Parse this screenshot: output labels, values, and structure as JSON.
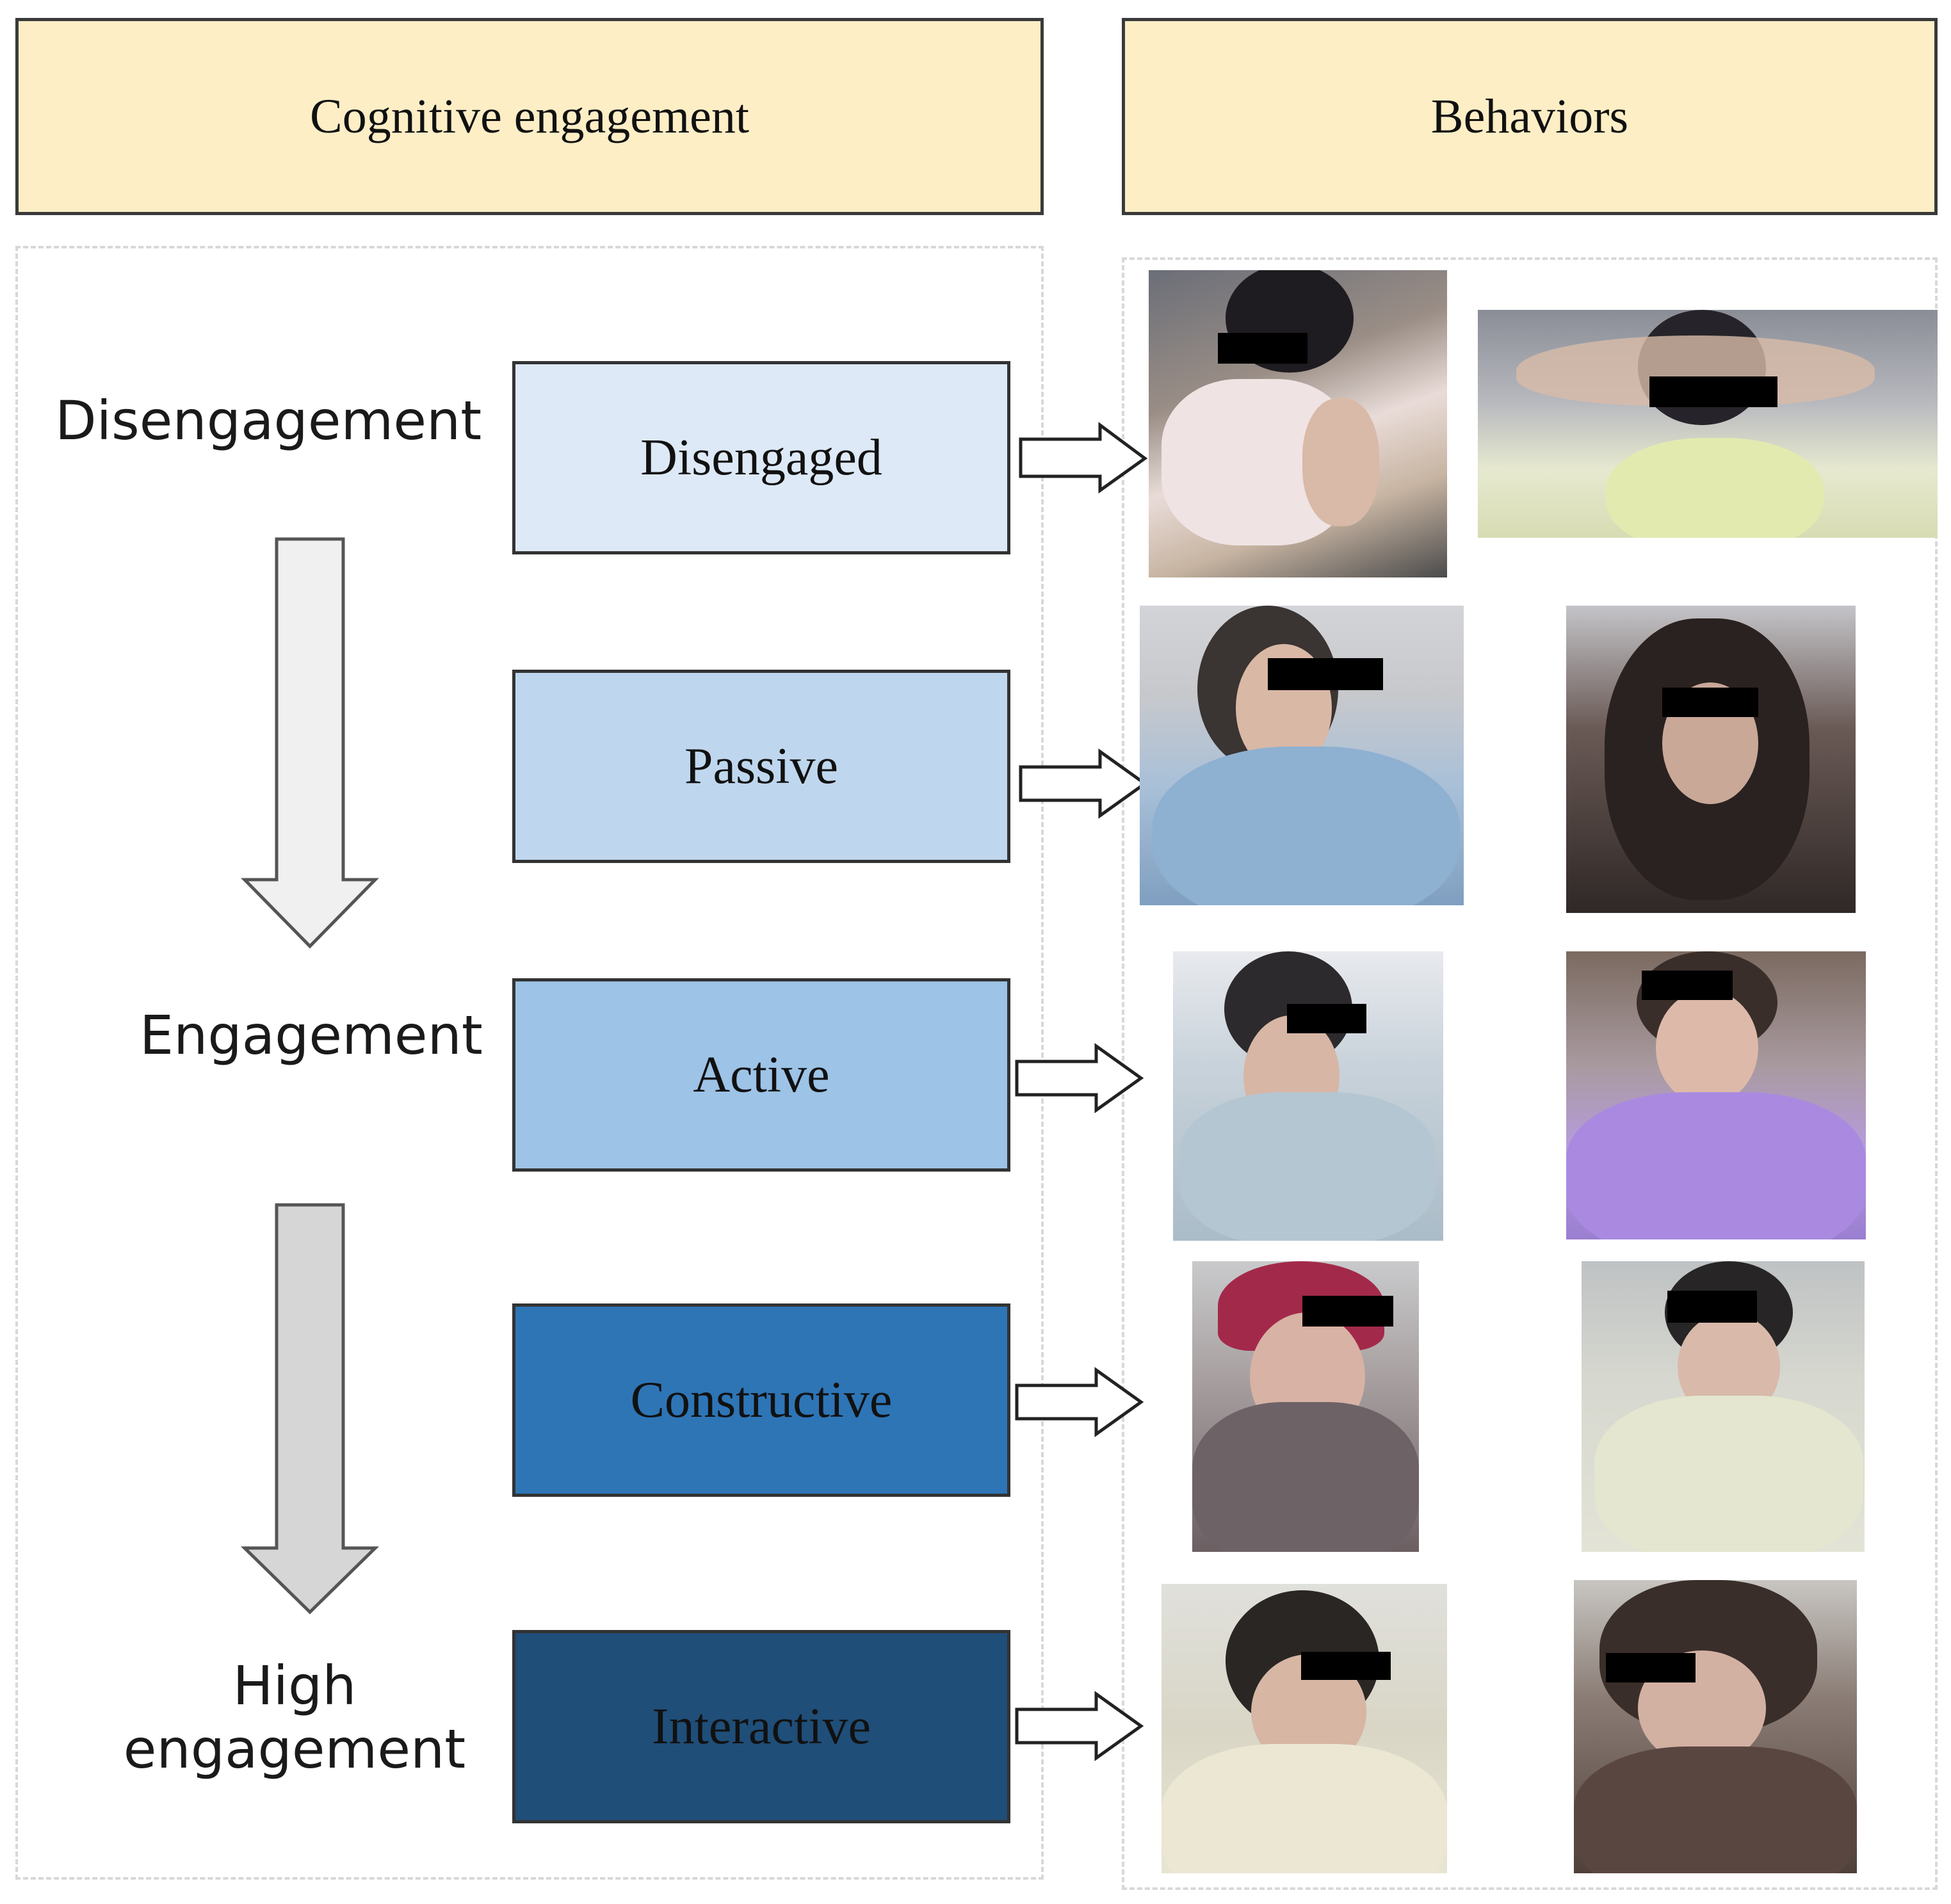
{
  "headers": {
    "left": "Cognitive engagement",
    "right": "Behaviors"
  },
  "stages": {
    "disengagement": "Disengagement",
    "engagement": "Engagement",
    "high_line1": "High",
    "high_line2": "engagement"
  },
  "levels": [
    {
      "label": "Disengaged",
      "fill": "#dde9f6",
      "text_color": "#111111"
    },
    {
      "label": "Passive",
      "fill": "#bfd7ee",
      "text_color": "#111111"
    },
    {
      "label": "Active",
      "fill": "#9dc3e6",
      "text_color": "#111111"
    },
    {
      "label": "Constructive",
      "fill": "#2e75b6",
      "text_color": "#111111"
    },
    {
      "label": "Interactive",
      "fill": "#1f4e79",
      "text_color": "#111111"
    }
  ],
  "colors": {
    "header_fill": "#fdeec6",
    "flow_arrow_upper": "#f0f0f0",
    "flow_arrow_lower": "#d6d6d6",
    "censor_bar": "#000000"
  }
}
